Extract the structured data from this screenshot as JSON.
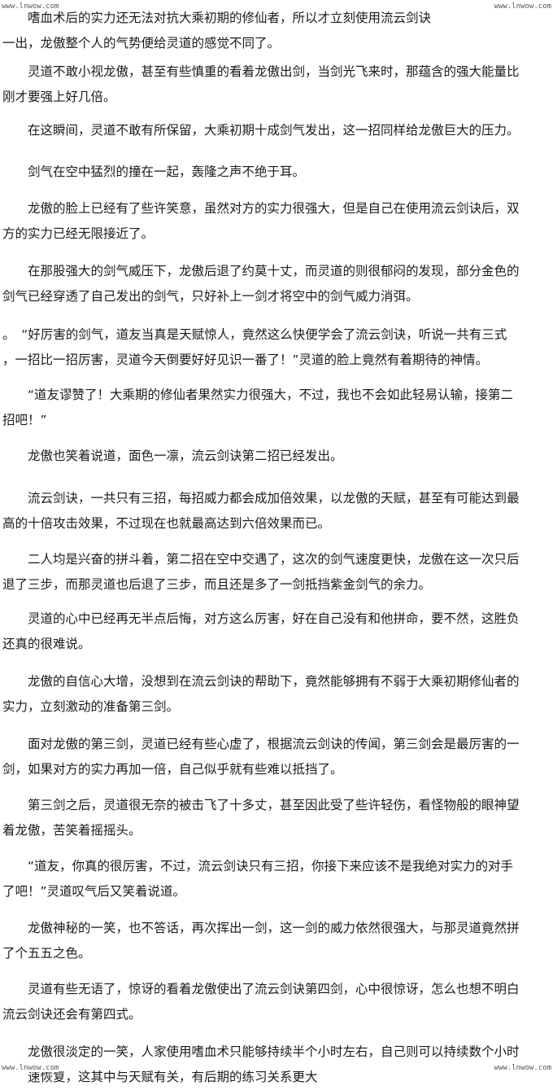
{
  "watermarks": {
    "top_left": "www.lnwow.com",
    "top_right": "www.lnwow.com",
    "bottom_left": "www.lnwow.com",
    "bottom_right": "www.lnwow.com"
  },
  "paragraphs": [
    {
      "lines": [
        "　　嗜血术后的实力还无法对抗大乘初期的修仙者，所以才立刻使用流云剑诀",
        "一出，龙傲整个人的气势便给灵道的感觉不同了。"
      ]
    },
    {
      "lines": [
        "　　灵道不敢小视龙傲，甚至有些慎重的看着龙傲出剑，当剑光飞来时，那蕴含的强大能量比",
        "刚才要强上好几倍。"
      ]
    },
    {
      "lines": [
        "　　在这瞬间，灵道不敢有所保留，大乘初期十成剑气发出，这一招同样给龙傲巨大的压力。"
      ]
    },
    {
      "lines": [
        "　　剑气在空中猛烈的撞在一起，轰隆之声不绝于耳。"
      ]
    },
    {
      "lines": [
        "　　龙傲的脸上已经有了些许笑意，虽然对方的实力很强大，但是自己在使用流云剑诀后，双",
        "方的实力已经无限接近了。"
      ]
    },
    {
      "lines": [
        "　　在那股强大的剑气威压下，龙傲后退了约莫十丈，而灵道的则很郁闷的发现，部分金色的",
        "剑气已经穿透了自己发出的剑气，只好补上一剑才将空中的剑气威力消弭。"
      ]
    },
    {
      "lines": [
        "。　“好厉害的剑气，道友当真是天赋惊人，竟然这么快便学会了流云剑诀，听说一共有三式",
        "，一招比一招厉害，灵道今天倒要好好见识一番了！”灵道的脸上竟然有着期待的神情。"
      ]
    },
    {
      "lines": [
        "　　“道友谬赞了！大乘期的修仙者果然实力很强大，不过，我也不会如此轻易认输，接第二",
        "招吧！”"
      ]
    },
    {
      "lines": [
        "　　龙傲也笑着说道，面色一凛，流云剑诀第二招已经发出。"
      ]
    },
    {
      "lines": [
        "　　流云剑诀，一共只有三招，每招威力都会成加倍效果，以龙傲的天赋，甚至有可能达到最",
        "高的十倍攻击效果，不过现在也就最高达到六倍效果而已。"
      ]
    },
    {
      "lines": [
        "　　二人均是兴奋的拼斗着，第二招在空中交遇了，这次的剑气速度更快，龙傲在这一次只后",
        "退了三步，而那灵道也后退了三步，而且还是多了一剑抵挡紫金剑气的余力。"
      ]
    },
    {
      "lines": [
        "　　灵道的心中已经再无半点后悔，对方这么厉害，好在自己没有和他拼命，要不然，这胜负",
        "还真的很难说。"
      ]
    },
    {
      "lines": [
        "　　龙傲的自信心大增，没想到在流云剑诀的帮助下，竟然能够拥有不弱于大乘初期修仙者的",
        "实力，立刻激动的准备第三剑。"
      ]
    },
    {
      "lines": [
        "　　面对龙傲的第三剑，灵道已经有些心虚了，根据流云剑诀的传闻，第三剑会是最厉害的一",
        "剑，如果对方的实力再加一倍，自己似乎就有些难以抵挡了。"
      ]
    },
    {
      "lines": [
        "　　第三剑之后，灵道很无奈的被击飞了十多丈，甚至因此受了些许轻伤，看怪物般的眼神望",
        "着龙傲，苦笑着摇摇头。"
      ]
    },
    {
      "lines": [
        "　　“道友，你真的很厉害，不过，流云剑诀只有三招，你接下来应该不是我绝对实力的对手",
        "了吧！”灵道叹气后又笑着说道。"
      ]
    },
    {
      "lines": [
        "　　龙傲神秘的一笑，也不答话，再次挥出一剑，这一剑的威力依然很强大，与那灵道竟然拼",
        "了个五五之色。"
      ]
    },
    {
      "lines": [
        "　　灵道有些无语了，惊讶的看着龙傲使出了流云剑诀第四剑，心中很惊讶，怎么也想不明白",
        "流云剑诀还会有第四式。"
      ]
    },
    {
      "lines": [
        "　　龙傲很淡定的一笑，人家使用嗜血术只能够持续半个小时左右，自己则可以持续数个小时",
        "　　速恢复，这其中与天赋有关，有后期的练习关系更大"
      ]
    }
  ]
}
